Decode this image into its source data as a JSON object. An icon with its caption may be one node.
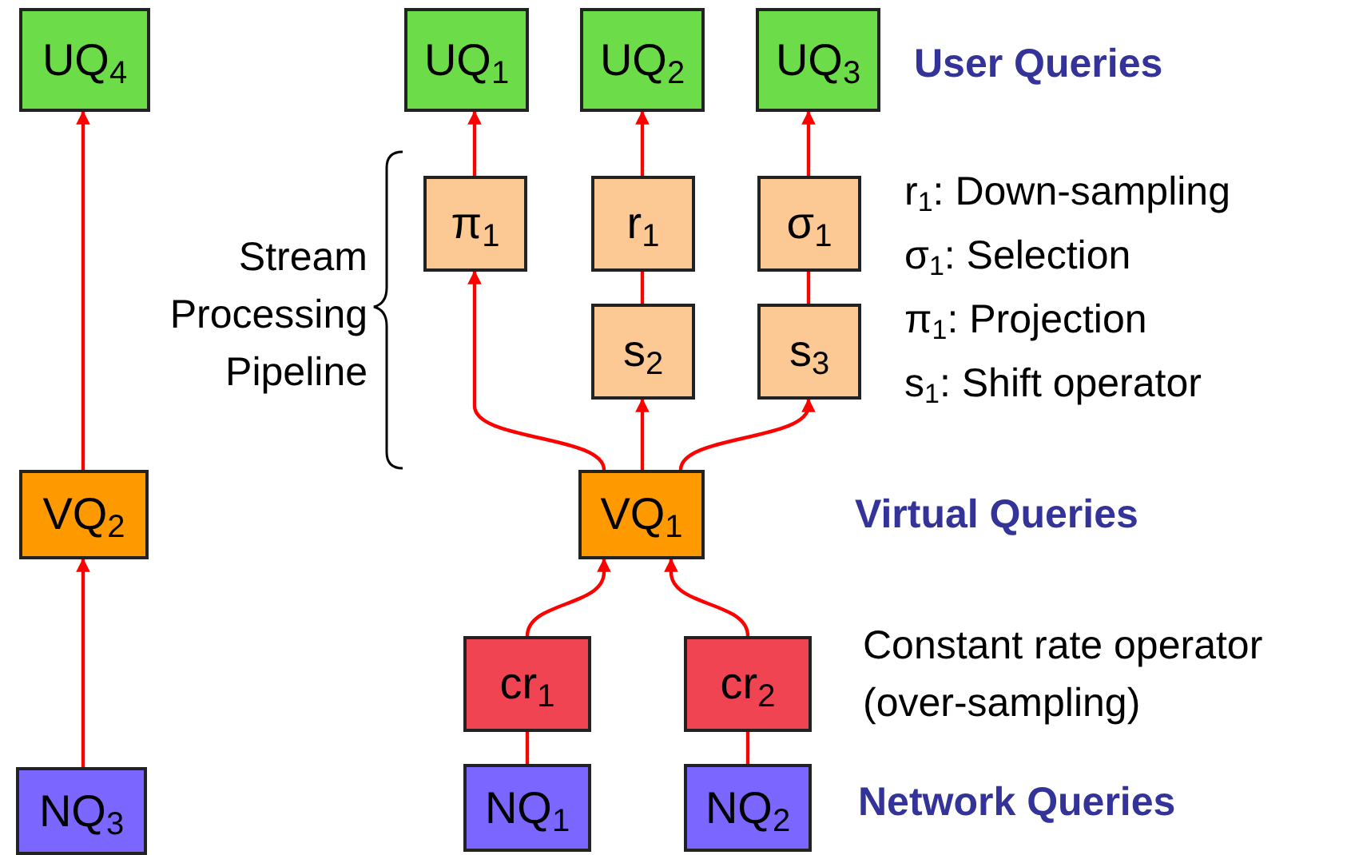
{
  "diagram": {
    "nodes": [
      {
        "text": [
          "UQ$_{4}$"
        ]
      },
      {
        "text": [
          "UQ$_{1}$"
        ]
      },
      {
        "text": [
          "UQ$_{2}$"
        ]
      },
      {
        "text": [
          "UQ$_{3}$"
        ]
      },
      {
        "text": [
          "π$_{1}$"
        ]
      },
      {
        "text": [
          "r$_{1}$"
        ]
      },
      {
        "text": [
          "σ$_{1}$"
        ]
      },
      {
        "text": [
          "s$_{2}$"
        ]
      },
      {
        "text": [
          "s$_{3}$"
        ]
      },
      {
        "text": [
          "VQ$_{2}$"
        ]
      },
      {
        "text": [
          "VQ$_{1}$"
        ]
      },
      {
        "text": [
          "cr$_{1}$"
        ]
      },
      {
        "text": [
          "cr$_{2}$"
        ]
      },
      {
        "text": [
          "NQ$_{3}$"
        ]
      },
      {
        "text": [
          "NQ$_{1}$"
        ]
      },
      {
        "text": [
          "NQ$_{2}$"
        ]
      }
    ],
    "edges": [
      {
        "from": 9,
        "to": 0,
        "arrow": "to"
      },
      {
        "from": 13,
        "to": 9,
        "arrow": "to"
      },
      {
        "from": 4,
        "to": 1,
        "arrow": "to"
      },
      {
        "from": 5,
        "to": 2,
        "arrow": "to"
      },
      {
        "from": 6,
        "to": 3,
        "arrow": "to"
      },
      {
        "from": 7,
        "to": 5,
        "arrow": "none"
      },
      {
        "from": 8,
        "to": 6,
        "arrow": "none"
      },
      {
        "from": 10,
        "to": 4,
        "arrow": "to"
      },
      {
        "from": 10,
        "to": 7,
        "arrow": "to"
      },
      {
        "from": 10,
        "to": 8,
        "arrow": "to"
      },
      {
        "from": 11,
        "to": 10,
        "arrow": "to"
      },
      {
        "from": 12,
        "to": 10,
        "arrow": "to"
      },
      {
        "from": 14,
        "to": 11,
        "arrow": "none"
      },
      {
        "from": 15,
        "to": 12,
        "arrow": "none"
      }
    ],
    "labels": [
      "User Queries",
      "r$_{1}$:  Down-sampling",
      "σ$_{1}$: Selection",
      "Stream Processing Pipeline",
      "π$_{1}$: Projection",
      "s$_{1}$: Shift operator",
      "Virtual Queries",
      "Constant rate operator (over-sampling)",
      "Network Queries"
    ]
  }
}
